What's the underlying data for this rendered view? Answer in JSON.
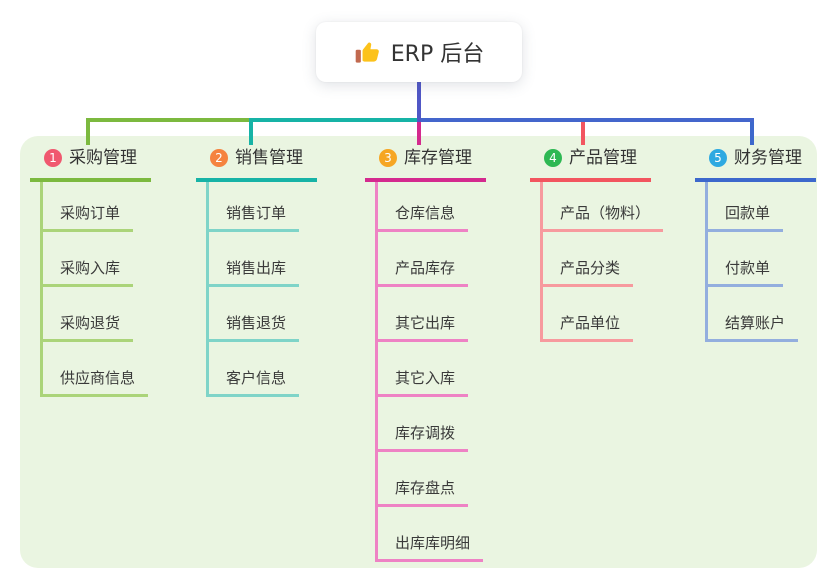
{
  "root": {
    "title": "ERP 后台",
    "icon": "thumbs-up-icon"
  },
  "branches": [
    {
      "number": "1",
      "title": "采购管理",
      "badge_color": "#f0586f",
      "line_color": "#7cb93f",
      "item_line_color": "#abd479",
      "items": [
        "采购订单",
        "采购入库",
        "采购退货",
        "供应商信息"
      ]
    },
    {
      "number": "2",
      "title": "销售管理",
      "badge_color": "#f5833f",
      "line_color": "#17b3a6",
      "item_line_color": "#7fd4c8",
      "items": [
        "销售订单",
        "销售出库",
        "销售退货",
        "客户信息"
      ]
    },
    {
      "number": "3",
      "title": "库存管理",
      "badge_color": "#f6a623",
      "line_color": "#d42a8e",
      "item_line_color": "#ee82c4",
      "items": [
        "仓库信息",
        "产品库存",
        "其它出库",
        "其它入库",
        "库存调拨",
        "库存盘点",
        "出库库明细"
      ]
    },
    {
      "number": "4",
      "title": "产品管理",
      "badge_color": "#2eb853",
      "line_color": "#f2555f",
      "item_line_color": "#f79a9e",
      "items": [
        "产品（物料）",
        "产品分类",
        "产品单位"
      ]
    },
    {
      "number": "5",
      "title": "财务管理",
      "badge_color": "#2ea9e1",
      "line_color": "#3d68cc",
      "item_line_color": "#93aede",
      "items": [
        "回款单",
        "付款单",
        "结算账户"
      ]
    }
  ],
  "connectors": {
    "root_stem": "#5057c6",
    "bus_left": "#7cb93f",
    "bus_mid": "#17b3a6",
    "bus_right": "#4466cc"
  },
  "colors": {
    "panel_bg": "#eaf5e1",
    "text": "#333333",
    "thumb_hand": "#fcc21b",
    "thumb_cuff": "#c1694f"
  }
}
